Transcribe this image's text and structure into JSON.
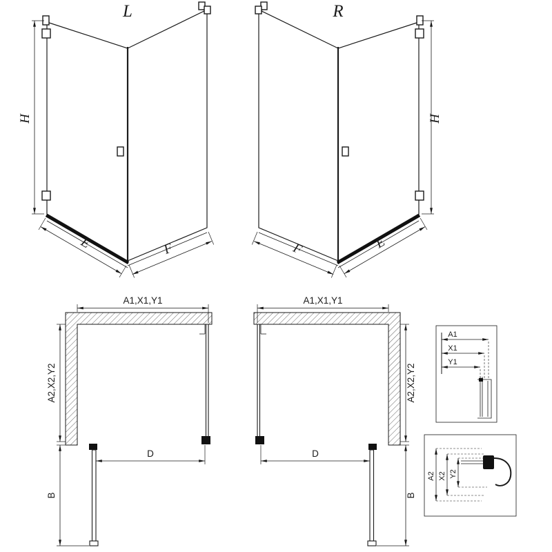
{
  "drawing": {
    "iso_left": {
      "variant_label": "L",
      "height_label": "H",
      "door_width_label": "E",
      "fixed_width_label": "F"
    },
    "iso_right": {
      "variant_label": "R",
      "height_label": "H",
      "door_width_label": "E",
      "fixed_width_label": "F"
    },
    "plan_left": {
      "width_dim": "A1,X1,Y1",
      "depth_dim": "A2,X2,Y2",
      "opening_dim": "D",
      "door_projection_dim": "B"
    },
    "plan_right": {
      "width_dim": "A1,X1,Y1",
      "depth_dim": "A2,X2,Y2",
      "opening_dim": "D",
      "door_projection_dim": "B"
    },
    "detail_top": {
      "dims": [
        "A1",
        "X1",
        "Y1"
      ]
    },
    "detail_bottom": {
      "dims": [
        "A2",
        "X2",
        "Y2"
      ]
    },
    "colors": {
      "line": "#1a1a1a",
      "background": "#ffffff"
    }
  }
}
